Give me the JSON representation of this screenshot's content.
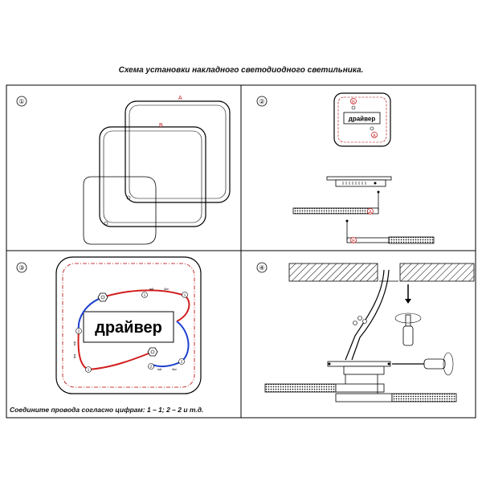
{
  "document": {
    "title": "Схема установки накладного светодиодного светильника.",
    "panels": [
      {
        "number": "①",
        "labels": {
          "a": "A",
          "b": "B"
        }
      },
      {
        "number": "②",
        "driver_label": "драйвер",
        "callout_a": "A",
        "callout_b": "B"
      },
      {
        "number": "③",
        "driver_label": "драйвер",
        "wire_numbers": [
          "1",
          "1",
          "2",
          "2"
        ]
      },
      {
        "number": "④"
      }
    ],
    "footer_note": "Соедините провода согласно цифрам: 1 – 1; 2 – 2 и т.д."
  },
  "colors": {
    "outline": "#000000",
    "wire_red": "#d21e1e",
    "wire_blue": "#1b3fcf",
    "marker_red": "#c42020",
    "dash": "#b40000"
  }
}
